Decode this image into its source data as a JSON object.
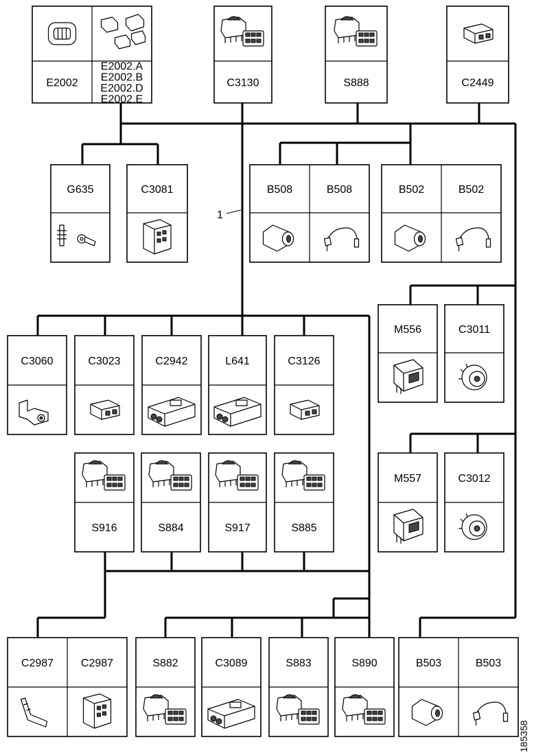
{
  "diagram": {
    "wire_label": "1",
    "reference": "185358",
    "groups": [
      {
        "id": "g1",
        "cells": [
          {
            "label": "E2002",
            "icon": "connector-housing-icon"
          },
          {
            "label_lines": [
              "E2002.A",
              "E2002.B",
              "E2002.D",
              "E2002.E"
            ],
            "icon": "terminal-set-icon"
          }
        ]
      },
      {
        "id": "g2",
        "cells": [
          {
            "label": "C3130",
            "icon": "switch-connector-icon"
          }
        ]
      },
      {
        "id": "g3",
        "cells": [
          {
            "label": "S888",
            "icon": "switch-connector-icon"
          }
        ]
      },
      {
        "id": "g4",
        "cells": [
          {
            "label": "C2449",
            "icon": "small-connector-icon"
          }
        ]
      },
      {
        "id": "g5",
        "cells": [
          {
            "label": "G635",
            "icon": "ground-stud-icon"
          }
        ]
      },
      {
        "id": "g6",
        "cells": [
          {
            "label": "C3081",
            "icon": "multi-pin-connector-icon"
          }
        ]
      },
      {
        "id": "g7",
        "cells": [
          {
            "label": "B508",
            "icon": "sensor-icon"
          },
          {
            "label": "B508",
            "icon": "sensor-lead-icon"
          }
        ]
      },
      {
        "id": "g8",
        "cells": [
          {
            "label": "B502",
            "icon": "sensor-icon"
          },
          {
            "label": "B502",
            "icon": "sensor-lead-icon"
          }
        ]
      },
      {
        "id": "g9",
        "cells": [
          {
            "label": "M556",
            "icon": "motor-connector-icon"
          }
        ]
      },
      {
        "id": "g10",
        "cells": [
          {
            "label": "C3011",
            "icon": "round-connector-icon"
          }
        ]
      },
      {
        "id": "g11",
        "cells": [
          {
            "label": "C3060",
            "icon": "two-pin-connector-icon"
          }
        ]
      },
      {
        "id": "g12",
        "cells": [
          {
            "label": "C3023",
            "icon": "small-connector-icon"
          }
        ]
      },
      {
        "id": "g13",
        "cells": [
          {
            "label": "C2942",
            "icon": "wide-connector-icon"
          }
        ]
      },
      {
        "id": "g14",
        "cells": [
          {
            "label": "L641",
            "icon": "wide-connector-icon"
          }
        ]
      },
      {
        "id": "g15",
        "cells": [
          {
            "label": "C3126",
            "icon": "small-connector-icon"
          }
        ]
      },
      {
        "id": "g16",
        "cells": [
          {
            "label": "M557",
            "icon": "motor-connector-icon"
          }
        ]
      },
      {
        "id": "g17",
        "cells": [
          {
            "label": "C3012",
            "icon": "round-connector-icon"
          }
        ]
      },
      {
        "id": "g18",
        "cells": [
          {
            "label": "S916",
            "icon": "switch-connector-icon"
          }
        ]
      },
      {
        "id": "g19",
        "cells": [
          {
            "label": "S884",
            "icon": "switch-connector-icon"
          }
        ]
      },
      {
        "id": "g20",
        "cells": [
          {
            "label": "S917",
            "icon": "switch-connector-icon"
          }
        ]
      },
      {
        "id": "g21",
        "cells": [
          {
            "label": "S885",
            "icon": "switch-connector-icon"
          }
        ]
      },
      {
        "id": "g22",
        "cells": [
          {
            "label": "C2987",
            "icon": "terminal-icon"
          },
          {
            "label": "C2987",
            "icon": "multi-pin-connector-icon"
          }
        ]
      },
      {
        "id": "g23",
        "cells": [
          {
            "label": "S882",
            "icon": "switch-connector-icon"
          }
        ]
      },
      {
        "id": "g24",
        "cells": [
          {
            "label": "C3089",
            "icon": "wide-connector-icon"
          }
        ]
      },
      {
        "id": "g25",
        "cells": [
          {
            "label": "S883",
            "icon": "switch-connector-icon"
          }
        ]
      },
      {
        "id": "g26",
        "cells": [
          {
            "label": "S890",
            "icon": "switch-connector-icon"
          }
        ]
      },
      {
        "id": "g27",
        "cells": [
          {
            "label": "B503",
            "icon": "sensor-icon"
          },
          {
            "label": "B503",
            "icon": "sensor-lead-icon"
          }
        ]
      }
    ]
  }
}
